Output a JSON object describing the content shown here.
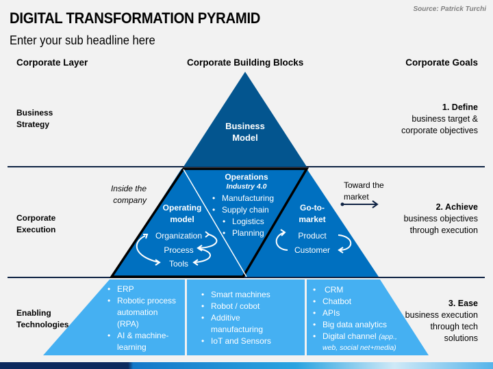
{
  "header": {
    "title": "DIGITAL TRANSFORMATION PYRAMID",
    "subtitle": "Enter your sub headline here",
    "source": "Source: Patrick Turchi"
  },
  "columns": {
    "left": "Corporate Layer",
    "center": "Corporate Building Blocks",
    "right": "Corporate Goals"
  },
  "rows": [
    {
      "label_line1": "Business",
      "label_line2": "Strategy"
    },
    {
      "label_line1": "Corporate",
      "label_line2": "Execution"
    },
    {
      "label_line1": "Enabling",
      "label_line2": "Technologies"
    }
  ],
  "goals": [
    {
      "title": "1.     Define",
      "line1": "business target &",
      "line2": "corporate objectives",
      "line3": ""
    },
    {
      "title": "2. Achieve",
      "line1": "business objectives",
      "line2": "through execution",
      "line3": ""
    },
    {
      "title": "3. Ease",
      "line1": "business execution",
      "line2": "through tech",
      "line3": "solutions"
    }
  ],
  "annotations": {
    "inside_line1": "Inside the",
    "inside_line2": "company",
    "toward_line1": "Toward the",
    "toward_line2": "market"
  },
  "pyramid": {
    "top": {
      "line1": "Business",
      "line2": "Model"
    },
    "operating_model": {
      "title_line1": "Operating",
      "title_line2": "model",
      "items": [
        "Organization",
        "Process",
        "Tools"
      ]
    },
    "operations": {
      "title": "Operations",
      "subtitle": "Industry 4.0",
      "items": [
        "Manufacturing",
        "Supply chain"
      ],
      "subitems": [
        "Logistics",
        "Planning"
      ]
    },
    "go_to_market": {
      "title_line1": "Go-to-",
      "title_line2": "market",
      "items": [
        "Product",
        "Customer"
      ]
    },
    "tech_left": [
      "ERP",
      "Robotic process",
      "automation",
      "(RPA)",
      "AI & machine-",
      "learning"
    ],
    "tech_center": [
      "Smart machines",
      "Robot / cobot",
      "Additive",
      "manufacturing",
      "IoT and Sensors"
    ],
    "tech_right": {
      "items": [
        "CRM",
        "Chatbot",
        "APIs",
        "Big data analytics",
        "Digital channel "
      ],
      "digital_note_1": "(app.,",
      "digital_note_2": "web, social net+media)"
    }
  },
  "colors": {
    "top_tier": "#03558f",
    "middle_tier": "#0070c0",
    "bottom_tier": "#45b0f2",
    "divider": "#0d2142",
    "background": "#f2f2f2"
  }
}
